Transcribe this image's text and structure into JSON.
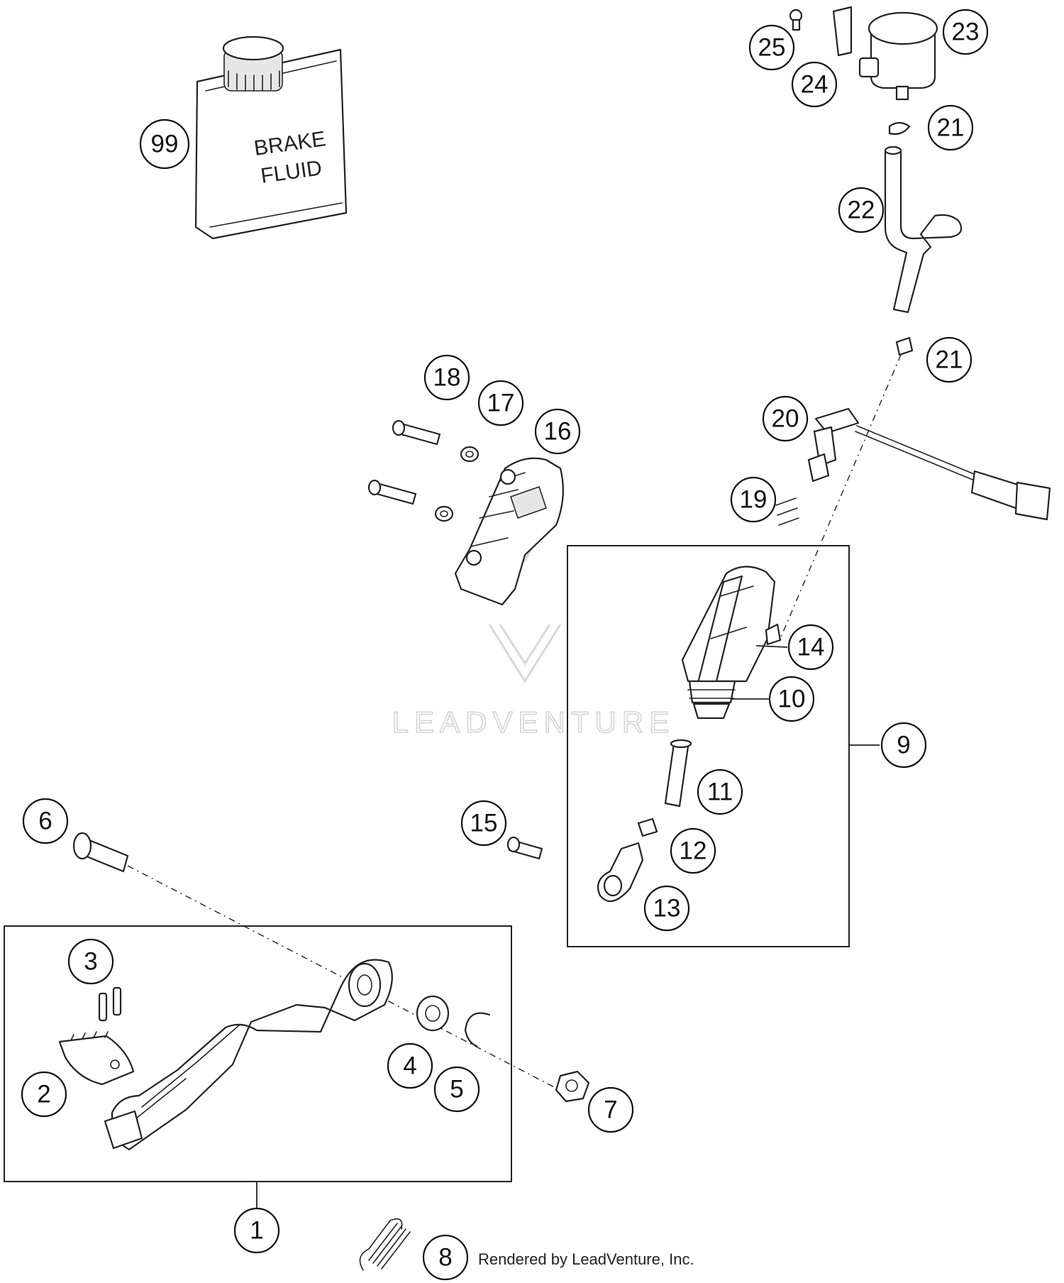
{
  "diagram": {
    "can_label": [
      "BRAKE",
      "FLUID"
    ],
    "watermark": "LEADVENTURE",
    "credit": "Rendered by LeadVenture, Inc.",
    "callouts": [
      {
        "id": "99",
        "label": "99"
      },
      {
        "id": "25",
        "label": "25"
      },
      {
        "id": "24",
        "label": "24"
      },
      {
        "id": "23",
        "label": "23"
      },
      {
        "id": "21a",
        "label": "21"
      },
      {
        "id": "22",
        "label": "22"
      },
      {
        "id": "21b",
        "label": "21"
      },
      {
        "id": "20",
        "label": "20"
      },
      {
        "id": "19",
        "label": "19"
      },
      {
        "id": "18",
        "label": "18"
      },
      {
        "id": "17",
        "label": "17"
      },
      {
        "id": "16",
        "label": "16"
      },
      {
        "id": "14",
        "label": "14"
      },
      {
        "id": "10",
        "label": "10"
      },
      {
        "id": "9",
        "label": "9"
      },
      {
        "id": "11",
        "label": "11"
      },
      {
        "id": "12",
        "label": "12"
      },
      {
        "id": "13",
        "label": "13"
      },
      {
        "id": "15",
        "label": "15"
      },
      {
        "id": "6",
        "label": "6"
      },
      {
        "id": "3",
        "label": "3"
      },
      {
        "id": "2",
        "label": "2"
      },
      {
        "id": "4",
        "label": "4"
      },
      {
        "id": "5",
        "label": "5"
      },
      {
        "id": "7",
        "label": "7"
      },
      {
        "id": "1",
        "label": "1"
      },
      {
        "id": "8",
        "label": "8"
      }
    ]
  }
}
